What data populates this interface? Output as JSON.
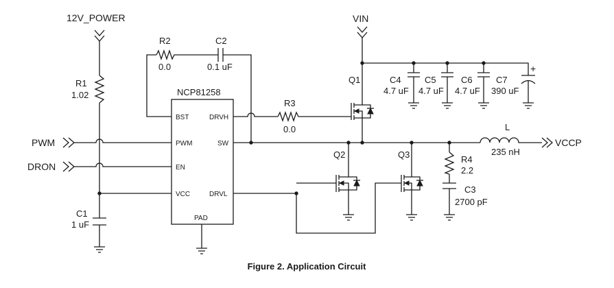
{
  "power_labels": {
    "pwr12": "12V_POWER",
    "vin": "VIN",
    "vccp": "VCCP"
  },
  "inputs": {
    "pwm": "PWM",
    "dron": "DRON"
  },
  "ic": {
    "name": "NCP81258",
    "pins": {
      "bst": "BST",
      "pwm": "PWM",
      "en": "EN",
      "vcc": "VCC",
      "drvh": "DRVH",
      "sw": "SW",
      "drvl": "DRVL",
      "pad": "PAD"
    }
  },
  "components": {
    "r1": {
      "ref": "R1",
      "value": "1.02"
    },
    "r2": {
      "ref": "R2",
      "value": "0.0"
    },
    "r3": {
      "ref": "R3",
      "value": "0.0"
    },
    "r4": {
      "ref": "R4",
      "value": "2.2"
    },
    "c1": {
      "ref": "C1",
      "value": "1 uF"
    },
    "c2": {
      "ref": "C2",
      "value": "0.1 uF"
    },
    "c3": {
      "ref": "C3",
      "value": "2700 pF"
    },
    "c4": {
      "ref": "C4",
      "value": "4.7 uF"
    },
    "c5": {
      "ref": "C5",
      "value": "4.7 uF"
    },
    "c6": {
      "ref": "C6",
      "value": "4.7 uF"
    },
    "c7": {
      "ref": "C7",
      "value": "390 uF",
      "polarity": "+"
    },
    "l": {
      "ref": "L",
      "value": "235 nH"
    },
    "q1": {
      "ref": "Q1"
    },
    "q2": {
      "ref": "Q2"
    },
    "q3": {
      "ref": "Q3"
    }
  },
  "caption": "Figure 2. Application Circuit"
}
